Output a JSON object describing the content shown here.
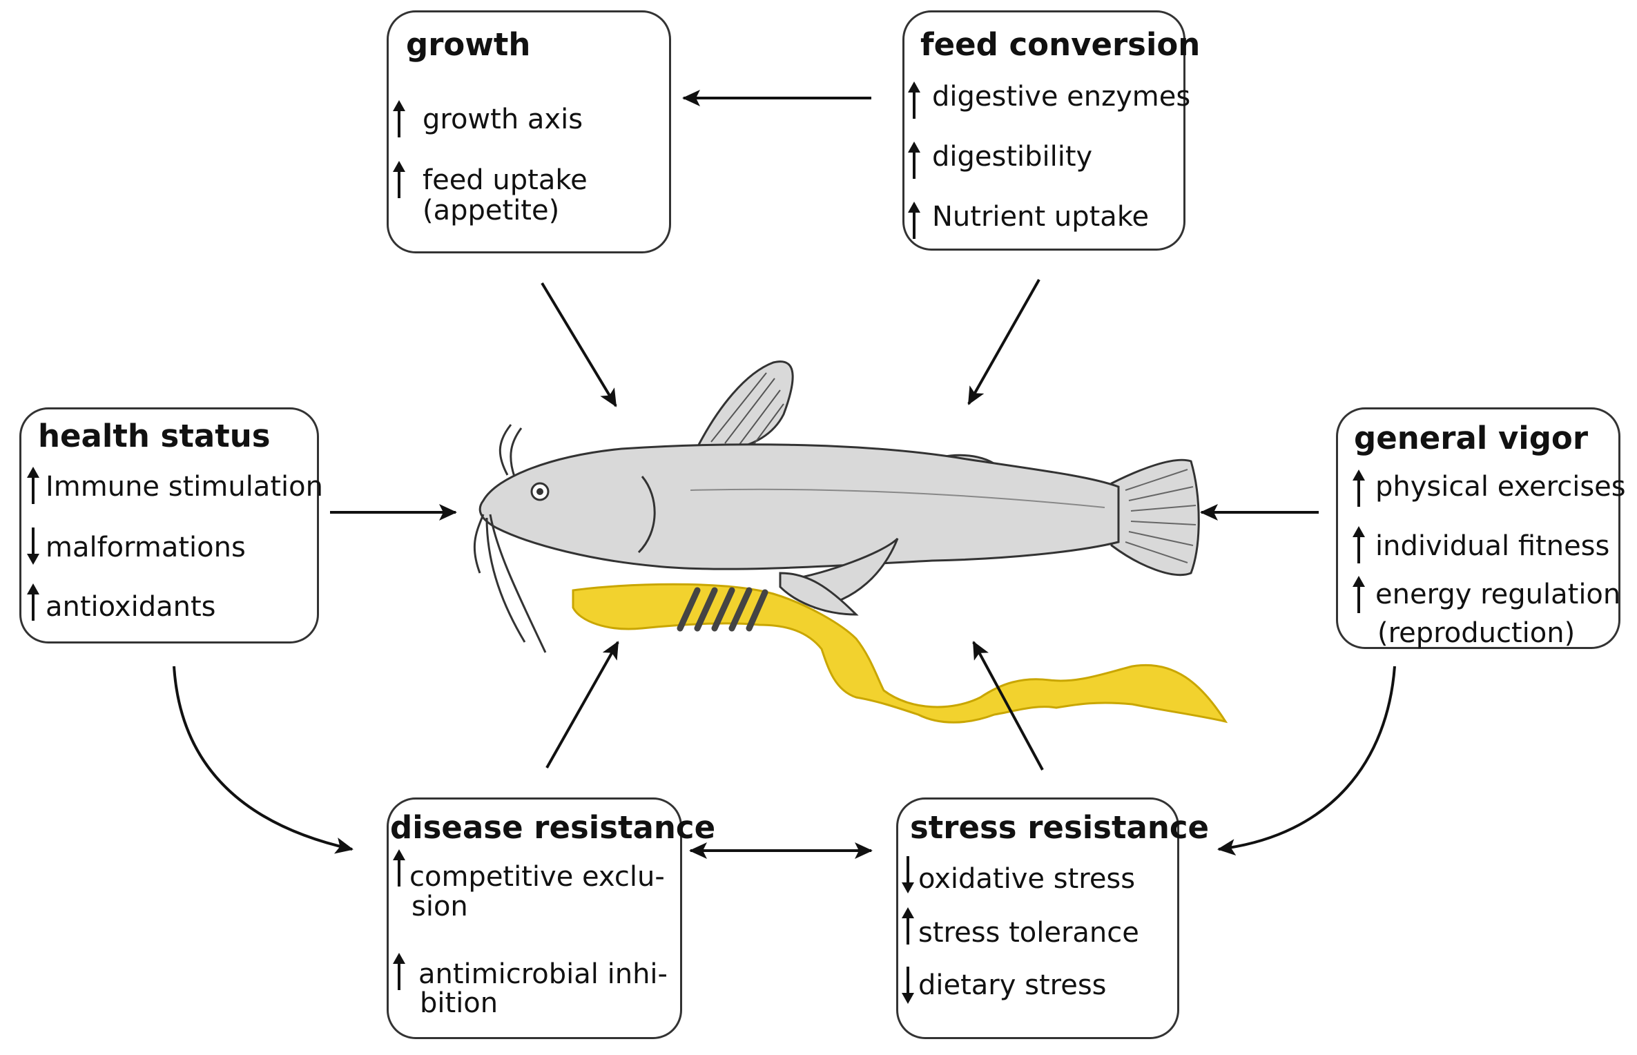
{
  "boxes": {
    "growth": {
      "title": "growth",
      "items": [
        {
          "dir": "up",
          "text": "growth axis"
        },
        {
          "dir": "up",
          "text": "feed uptake",
          "text2": "(appetite)"
        }
      ]
    },
    "feed_conversion": {
      "title": "feed conversion",
      "items": [
        {
          "dir": "up",
          "text": "digestive enzymes"
        },
        {
          "dir": "up",
          "text": "digestibility"
        },
        {
          "dir": "up",
          "text": "Nutrient uptake"
        }
      ]
    },
    "health_status": {
      "title": "health status",
      "items": [
        {
          "dir": "up",
          "text": "Immune stimulation"
        },
        {
          "dir": "down",
          "text": "malformations"
        },
        {
          "dir": "up",
          "text": "antioxidants"
        }
      ]
    },
    "general_vigor": {
      "title": "general vigor",
      "items": [
        {
          "dir": "up",
          "text": "physical exercises"
        },
        {
          "dir": "up",
          "text": "individual fitness"
        },
        {
          "dir": "up",
          "text": "energy regulation",
          "text2": "(reproduction)"
        }
      ]
    },
    "disease_resistance": {
      "title": "disease resistance",
      "items": [
        {
          "dir": "up",
          "text": "competitive exclu-",
          "text2": "sion"
        },
        {
          "dir": "up",
          "text": "antimicrobial inhi-",
          "text2": "bition"
        }
      ]
    },
    "stress_resistance": {
      "title": "stress resistance",
      "items": [
        {
          "dir": "down",
          "text": "oxidative stress"
        },
        {
          "dir": "up",
          "text": "stress tolerance"
        },
        {
          "dir": "down",
          "text": "dietary stress"
        }
      ]
    }
  },
  "colors": {
    "fish_body": "#d9d9d9",
    "gut": "#f2d22e",
    "outline": "#333333"
  }
}
